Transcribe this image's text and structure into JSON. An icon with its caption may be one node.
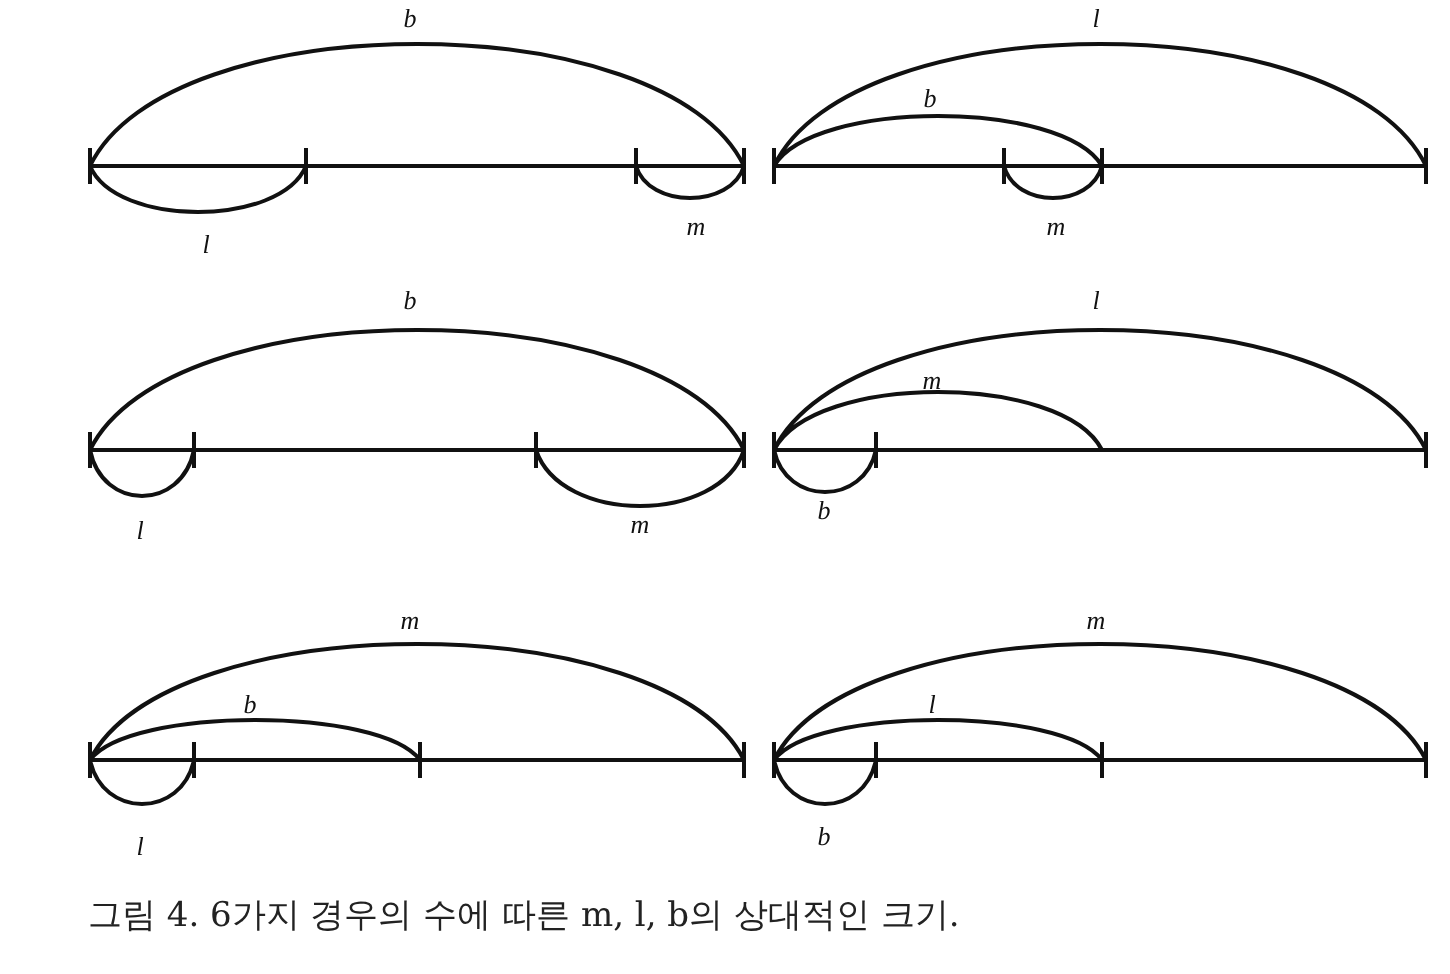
{
  "diagram": {
    "caption": "그림 4. 6가지 경우의 수에 따른 m, l, b의 상대적인 크기.",
    "labels": [
      "b",
      "l",
      "b",
      "m",
      "l",
      "m",
      "b",
      "l",
      "m",
      "m",
      "l",
      "b",
      "m",
      "m",
      "b",
      "l",
      "l",
      "b"
    ]
  }
}
